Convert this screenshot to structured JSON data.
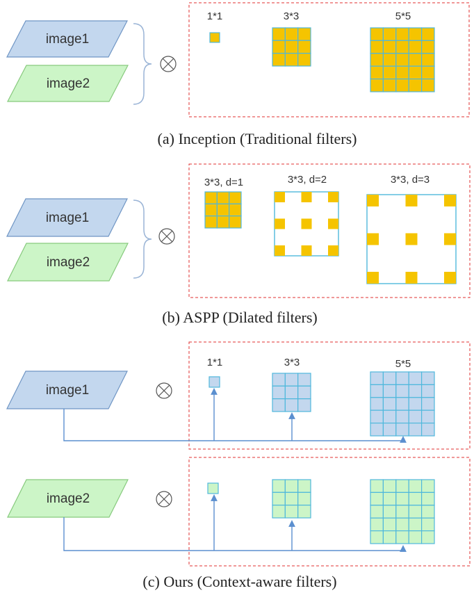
{
  "colors": {
    "orange": "#f5c400",
    "blue_fill": "#c3d7ee",
    "blue_stroke": "#6f95c4",
    "green_fill": "#ccf5c7",
    "green_stroke": "#87c97d",
    "grid_line": "#4fb8dc",
    "box_border": "#e03030",
    "arrow": "#5b8fcf",
    "text": "#333333"
  },
  "icons": {
    "conv_op": "circle-times-icon",
    "brace": "right-brace-icon"
  },
  "panel_a": {
    "image1": "image1",
    "image2": "image2",
    "filters": [
      "1*1",
      "3*3",
      "5*5"
    ],
    "caption": "(a) Inception (Traditional filters)"
  },
  "panel_b": {
    "image1": "image1",
    "image2": "image2",
    "filters": [
      "3*3, d=1",
      "3*3, d=2",
      "3*3, d=3"
    ],
    "caption": "(b) ASPP (Dilated filters)"
  },
  "panel_c": {
    "image1": "image1",
    "image2": "image2",
    "filters": [
      "1*1",
      "3*3",
      "5*5"
    ],
    "caption": "(c) Ours (Context-aware filters)"
  }
}
